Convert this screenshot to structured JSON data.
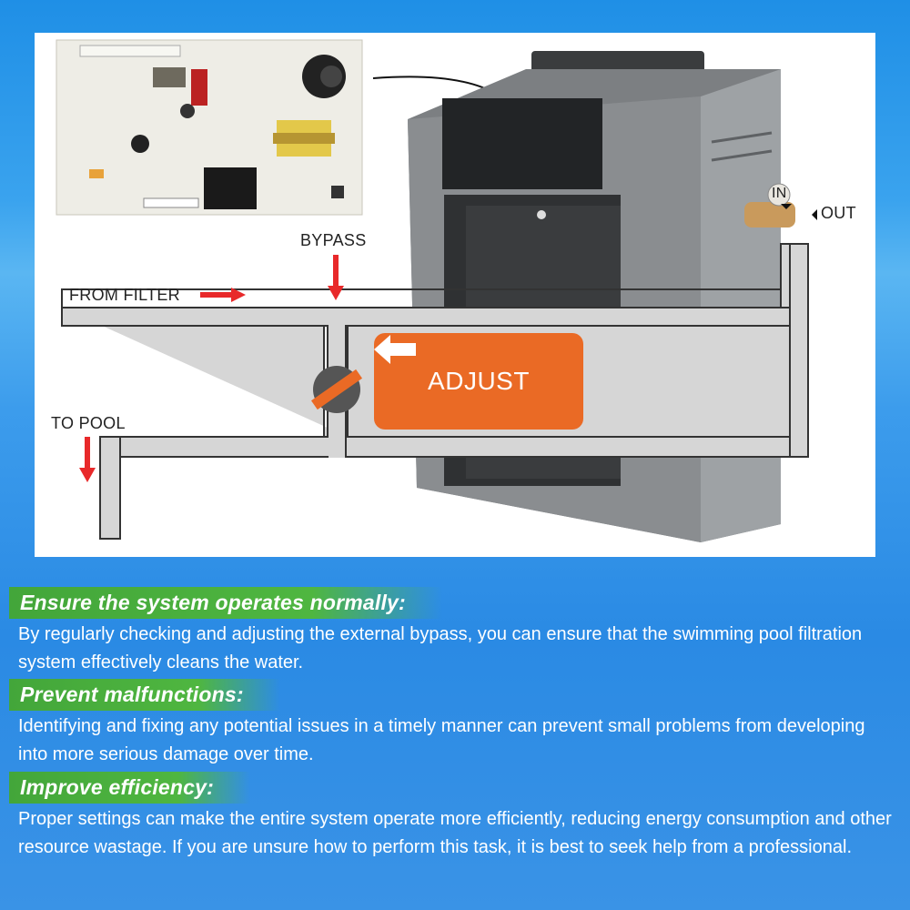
{
  "diagram": {
    "labels": {
      "bypass": "BYPASS",
      "from_filter": "FROM FILTER",
      "to_pool": "TO POOL",
      "in": "IN",
      "out": "OUT",
      "adjust": "ADJUST"
    },
    "colors": {
      "arrow": "#e8292a",
      "adjust_box": "#ea6a25",
      "pipe": "#d7d7d7",
      "valve": "#555555",
      "valve_bar": "#ea6a25"
    }
  },
  "sections": [
    {
      "heading": "Ensure the system operates normally:",
      "text": "By regularly checking and adjusting the external bypass, you can ensure that the swimming pool filtration system effectively cleans the water."
    },
    {
      "heading": "Prevent malfunctions:",
      "text": "Identifying and fixing any potential issues in a timely manner can prevent small problems from developing into more serious damage over time."
    },
    {
      "heading": "Improve efficiency:",
      "text": "Proper settings can make the entire system operate more efficiently, reducing energy consumption and other resource wastage. If you are unsure how to perform this task, it is best to seek help from a professional."
    }
  ]
}
